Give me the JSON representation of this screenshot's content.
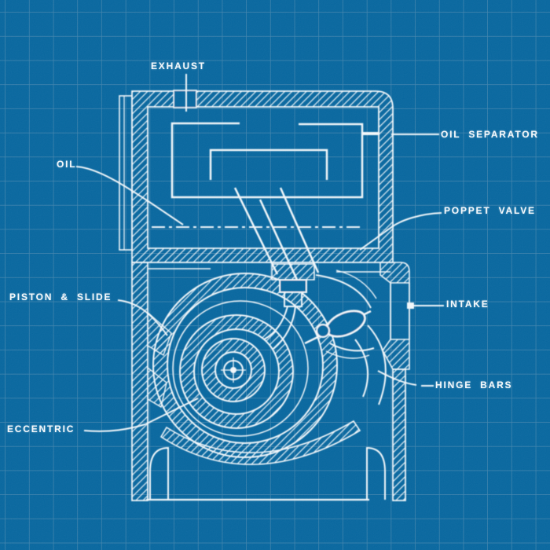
{
  "theme": {
    "background": "#02639c",
    "grid_line": "#4886ad",
    "ink": "#f2f7fa"
  },
  "labels": [
    {
      "id": "exhaust",
      "text": "EXHAUST"
    },
    {
      "id": "oil-separator",
      "text": "OIL SEPARATOR"
    },
    {
      "id": "oil",
      "text": "OIL"
    },
    {
      "id": "poppet-valve",
      "text": "POPPET VALVE"
    },
    {
      "id": "piston-slide",
      "text": "PISTON & SLIDE"
    },
    {
      "id": "intake",
      "text": "INTAKE"
    },
    {
      "id": "hinge-bars",
      "text": "HINGE BARS"
    },
    {
      "id": "eccentric",
      "text": "ECCENTRIC"
    }
  ]
}
